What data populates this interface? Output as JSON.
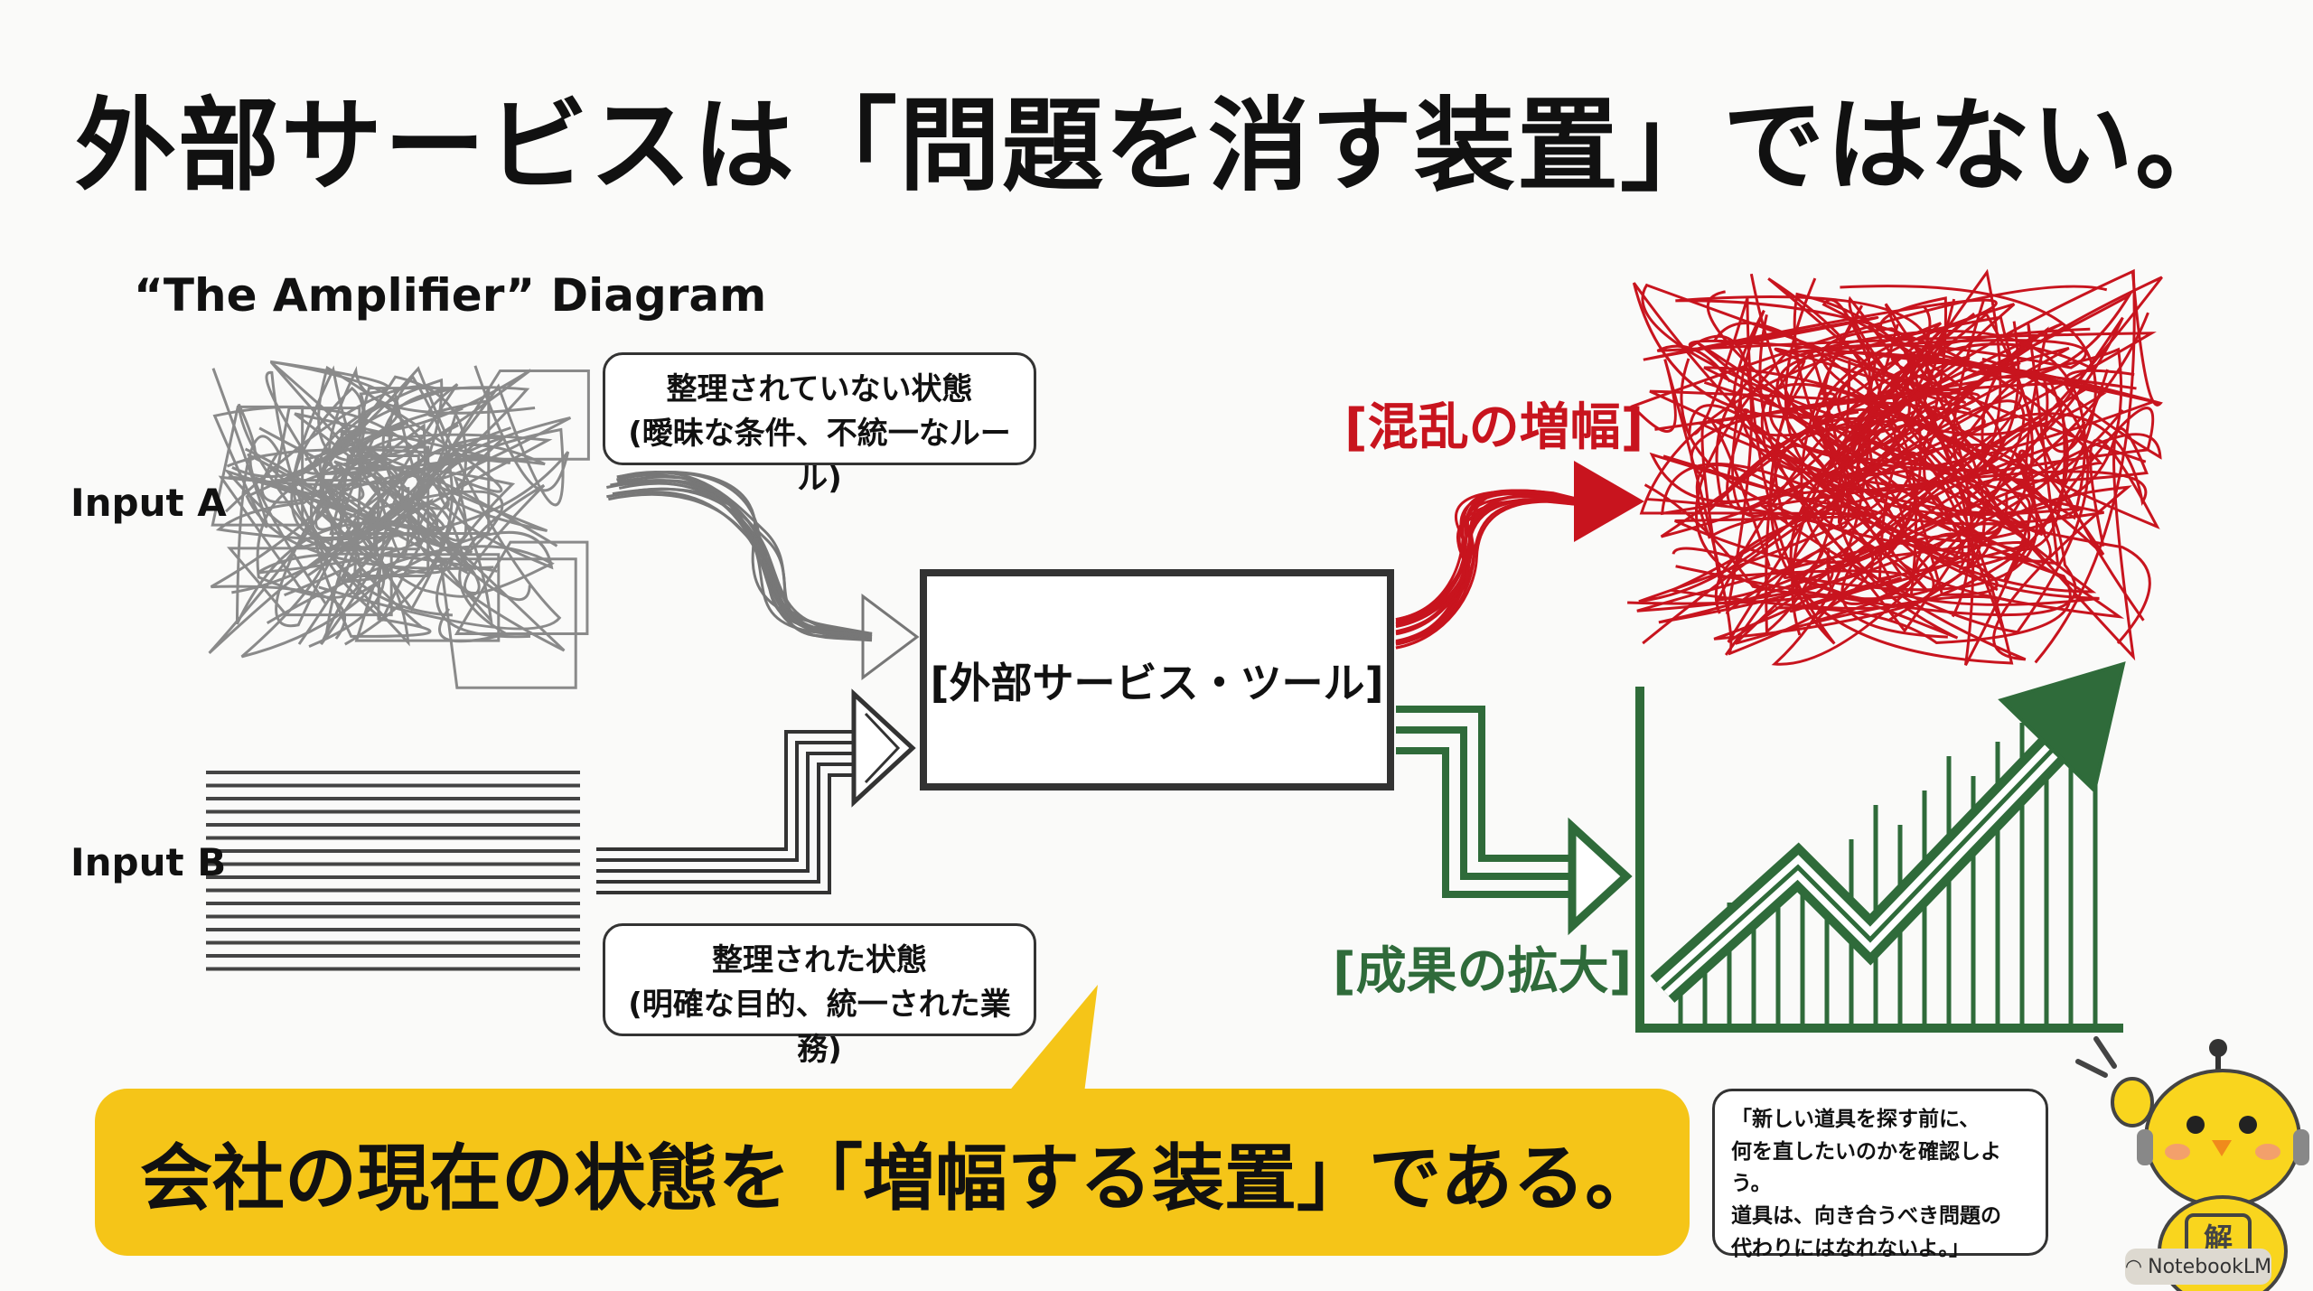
{
  "title": "外部サービスは「問題を消す装置」ではない。",
  "subtitle": "“The Amplifier” Diagram",
  "inputs": {
    "a_label": "Input A",
    "b_label": "Input B"
  },
  "bubble_a": {
    "line1": "整理されていない状態",
    "line2": "(曖昧な条件、不統一なルール)"
  },
  "bubble_b": {
    "line1": "整理された状態",
    "line2": "(明確な目的、統一された業務)"
  },
  "tool_box": {
    "label": "[外部サービス・ツール]"
  },
  "outputs": {
    "chaos_label": "[混乱の増幅]",
    "growth_label": "[成果の拡大]"
  },
  "callout": {
    "text": "会社の現在の状態を「増幅する装置」である。"
  },
  "mascot_speech": {
    "line1": "「新しい道具を探す前に、",
    "line2": "何を直したいのかを確認しよう。",
    "line3": "道具は、向き合うべき問題の",
    "line4": "代わりにはなれないよ。」"
  },
  "mascot_badge": "解",
  "watermark": "NotebookLM",
  "colors": {
    "chaos_red": "#c8141e",
    "growth_green": "#2f6b3a",
    "callout_yellow": "#f5c518",
    "outline": "#333333"
  }
}
